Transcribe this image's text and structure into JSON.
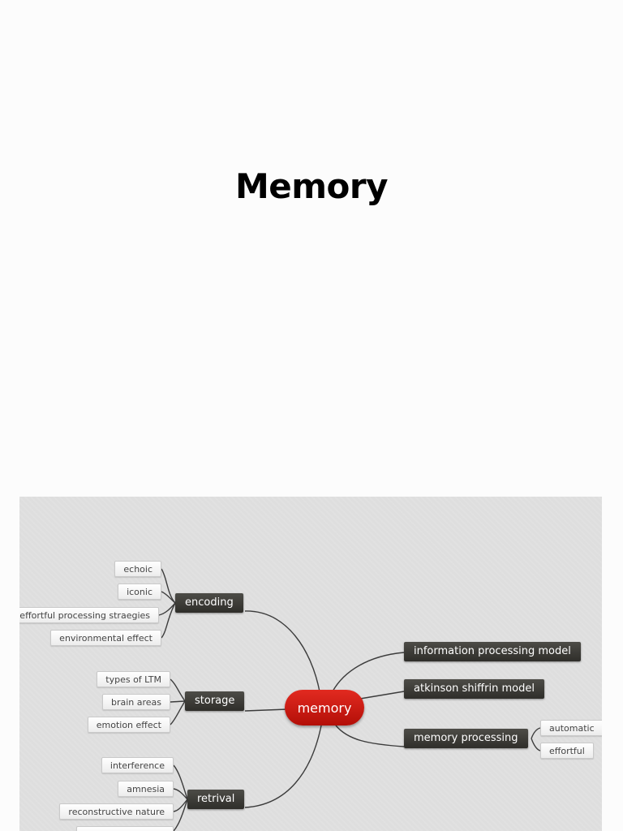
{
  "slide": {
    "title": "Memory"
  },
  "mindmap": {
    "center": "memory",
    "branches": {
      "encoding": {
        "label": "encoding",
        "children": [
          "echoic",
          "iconic",
          "effortful processing straegies",
          "environmental effect"
        ]
      },
      "storage": {
        "label": "storage",
        "children": [
          "types of  LTM",
          "brain areas",
          "emotion effect"
        ]
      },
      "retrival": {
        "label": "retrival",
        "children": [
          "interference",
          "amnesia",
          "reconstructive nature"
        ]
      },
      "information_processing": {
        "label": "information processing model"
      },
      "atkinson": {
        "label": "atkinson shiffrin model"
      },
      "memory_processing": {
        "label": "memory processing",
        "children": [
          "automatic",
          "effortful"
        ]
      }
    }
  }
}
